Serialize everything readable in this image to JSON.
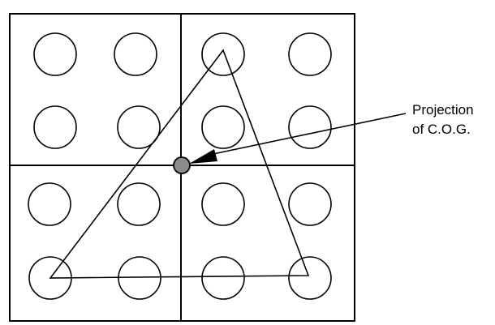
{
  "diagram": {
    "annotation": {
      "line1": "Projection",
      "line2": "of C.O.G."
    },
    "grid": {
      "quadrants": 4,
      "circles_per_quadrant": 4
    },
    "support_polygon": {
      "shape": "triangle",
      "vertices": 3
    },
    "colors": {
      "stroke": "#000000",
      "background": "#ffffff",
      "cog_fill": "#8c8c8c"
    }
  }
}
